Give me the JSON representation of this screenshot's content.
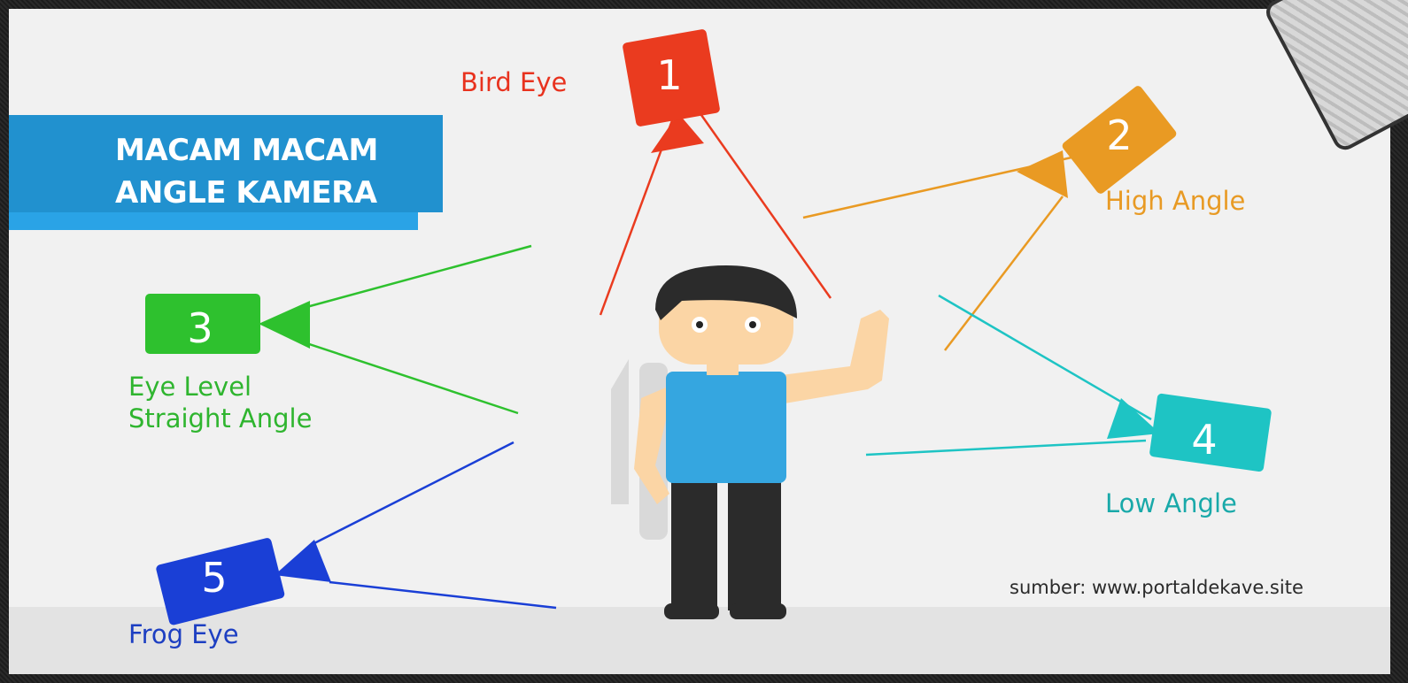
{
  "title": {
    "line1": "MACAM MACAM",
    "line2": "ANGLE KAMERA"
  },
  "cameras": [
    {
      "number": "1",
      "label": "Bird Eye",
      "color": "#ea3b1f"
    },
    {
      "number": "2",
      "label": "High Angle",
      "color": "#e99a23"
    },
    {
      "number": "3",
      "label_line1": "Eye Level",
      "label_line2": "Straight Angle",
      "color": "#2ec12e"
    },
    {
      "number": "4",
      "label": "Low Angle",
      "color": "#1ec4c4"
    },
    {
      "number": "5",
      "label": "Frog Eye",
      "color": "#1a3fd6"
    }
  ],
  "source": "sumber: www.portaldekave.site",
  "colors": {
    "title_bg": "#2191cf",
    "background": "#f1f1f1",
    "floor": "#e3e3e3",
    "shirt": "#35a6e0",
    "skin": "#fbd5a5",
    "hair_pants": "#2b2b2b"
  }
}
